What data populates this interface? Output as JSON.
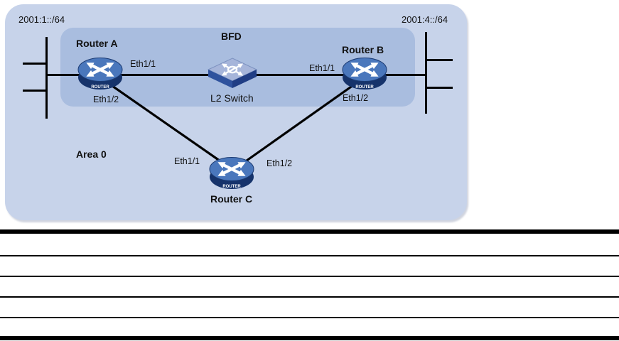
{
  "diagram": {
    "labels": {
      "subnet_left": "2001:1::/64",
      "subnet_right": "2001:4::/64",
      "bfd": "BFD",
      "area": "Area 0"
    },
    "nodes": {
      "router_a": {
        "label": "Router A",
        "badge": "ROUTER"
      },
      "router_b": {
        "label": "Router B",
        "badge": "ROUTER"
      },
      "router_c": {
        "label": "Router C",
        "badge": "ROUTER"
      },
      "l2_switch": {
        "label": "L2 Switch"
      }
    },
    "interfaces": {
      "router_a": {
        "eth1_1": "Eth1/1",
        "eth1_2": "Eth1/2"
      },
      "router_b": {
        "eth1_1": "Eth1/1",
        "eth1_2": "Eth1/2"
      },
      "router_c": {
        "eth1_1": "Eth1/1",
        "eth1_2": "Eth1/2"
      }
    },
    "colors": {
      "outer_box": "#c7d3ea",
      "inner_box": "#a9bddf",
      "router_top": "#4a77bc",
      "router_base": "#16336b",
      "switch_top": "#a6b5da",
      "switch_left_face": "#2f529d",
      "switch_right_face": "#203d84",
      "link": "#000000"
    }
  },
  "table": {
    "row_count": 5
  }
}
